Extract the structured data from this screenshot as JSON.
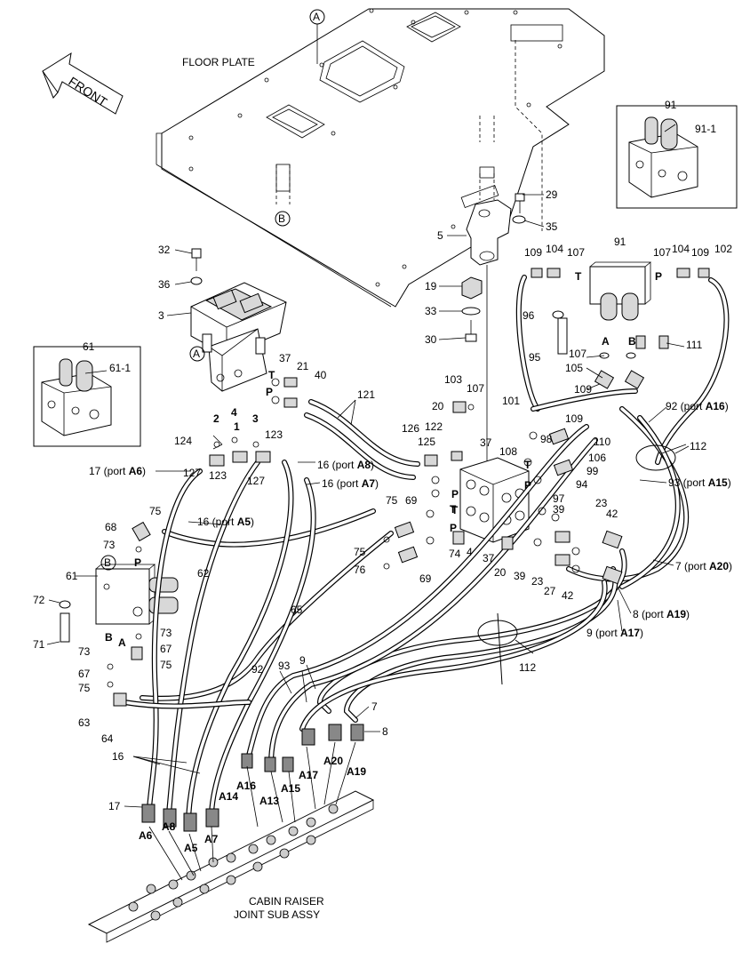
{
  "captions": {
    "floor_plate": "FLOOR PLATE",
    "front": "FRONT",
    "cabin_raiser_line1": "CABIN RAISER",
    "cabin_raiser_line2": "JOINT SUB ASSY"
  },
  "callouts": {
    "A": "A",
    "B": "B"
  },
  "labels": {
    "n91": "91",
    "n91_1": "91-1",
    "n61": "61",
    "n61_1": "61-1",
    "n29": "29",
    "n35": "35",
    "n5": "5",
    "n19": "19",
    "n33": "33",
    "n30": "30",
    "n32": "32",
    "n36": "36",
    "n3": "3",
    "n37a": "37",
    "n21": "21",
    "n40": "40",
    "n121": "121",
    "n103": "103",
    "n107a": "107",
    "n101": "101",
    "n109a": "109",
    "n104a": "104",
    "n107b": "107",
    "n107c": "107",
    "n104b": "104",
    "n109b": "109",
    "n102": "102",
    "T_top": "T",
    "P_top": "P",
    "n96": "96",
    "n95": "95",
    "n107d": "107",
    "n105": "105",
    "n109c": "109",
    "n111": "111",
    "A_top": "A",
    "B_top": "B",
    "n92_port": "92 (port ",
    "n92_port_b": "A16",
    "n92_close": ")",
    "n112a": "112",
    "n93_port": "93 (port ",
    "n93_port_b": "A15",
    "n93_close": ")",
    "n109d": "109",
    "n98": "98",
    "n110": "110",
    "n106": "106",
    "n99": "99",
    "n108": "108",
    "n94": "94",
    "n97": "97",
    "n126": "126",
    "n122": "122",
    "n125": "125",
    "n20a": "20",
    "n37b": "37",
    "T_pm1": "T",
    "P_pm1": "P",
    "T_pm2": "T",
    "P_pm2": "P",
    "n2": "2",
    "n4a": "4",
    "n1": "1",
    "n3b": "3",
    "T_rcv": "T",
    "P_rcv": "P",
    "n124": "124",
    "n123a": "123",
    "n127a": "127",
    "n123b": "123",
    "n127b": "127",
    "n17_port": "17 (port ",
    "n17_port_b": "A6",
    "n17_close": ")",
    "n16_a8": "16 (port ",
    "n16_a8_b": "A8",
    "n16_a8_close": ")",
    "n16_a7": "16 (port ",
    "n16_a7_b": "A7",
    "n16_a7_close": ")",
    "n16_a5": "16 (port ",
    "n16_a5_b": "A5",
    "n16_a5_close": ")",
    "n75a": "75",
    "n68": "68",
    "n73a": "73",
    "P_left": "P",
    "n62": "62",
    "n65": "65",
    "n75b": "75",
    "n69a": "69",
    "n75c": "75",
    "n76": "76",
    "n69b": "69",
    "T_mid": "T",
    "P_mid": "P",
    "n4b": "4",
    "n74": "74",
    "n37c": "37",
    "n20b": "20",
    "n39a": "39",
    "n39b": "39",
    "n23a": "23",
    "n23b": "23",
    "n27": "27",
    "n42a": "42",
    "n42b": "42",
    "n7_port": "7 (port ",
    "n7_port_b": "A20",
    "n7_close": ")",
    "n8_port": "8 (port ",
    "n8_port_b": "A19",
    "n8_close": ")",
    "n9_port": "9 (port ",
    "n9_port_b": "A17",
    "n9_close": ")",
    "n112b": "112",
    "n61b": "61",
    "n72": "72",
    "n71": "71",
    "n73b": "73",
    "n73c": "73",
    "n67a": "67",
    "n67b": "67",
    "n75d": "75",
    "n75e": "75",
    "B_left": "B",
    "A_left": "A",
    "n63": "63",
    "n64": "64",
    "n92": "92",
    "n93": "93",
    "n9": "9",
    "n7": "7",
    "n8": "8",
    "n16": "16",
    "n17": "17",
    "A6": "A6",
    "A8": "A8",
    "A5": "A5",
    "A7": "A7",
    "A14": "A14",
    "A16": "A16",
    "A13": "A13",
    "A15": "A15",
    "A17": "A17",
    "A20": "A20",
    "A19": "A19"
  }
}
